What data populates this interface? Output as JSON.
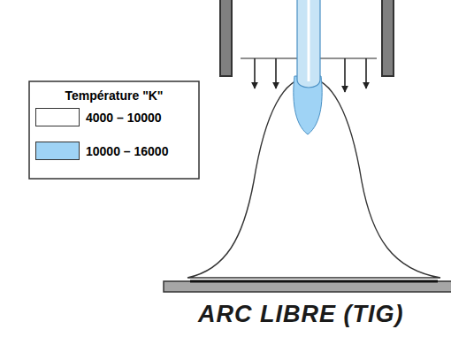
{
  "diagram": {
    "caption": "ARC LIBRE (TIG)",
    "labels": [
      "Température \"K\""
    ],
    "legend": [
      {
        "text": "4000 – 10000",
        "color": "#ffffff"
      },
      {
        "text": "10000 – 16000",
        "color": "#9fd3f5"
      }
    ]
  }
}
